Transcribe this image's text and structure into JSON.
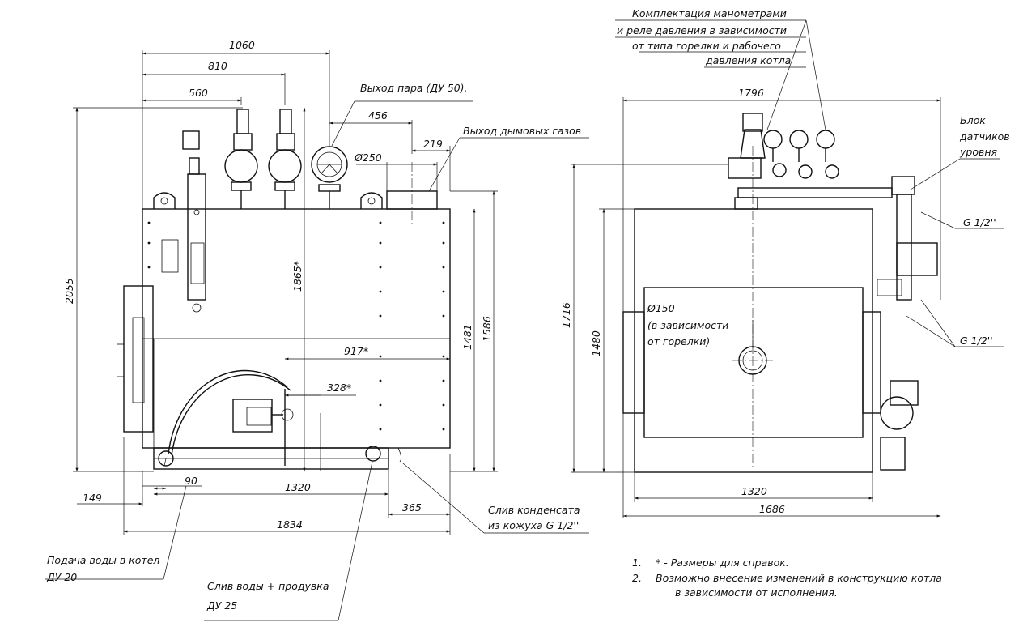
{
  "dimensions": {
    "d1060": "1060",
    "d810": "810",
    "d560": "560",
    "d456": "456",
    "d219": "219",
    "d250": "Ø250",
    "d2055": "2055",
    "d1865": "1865*",
    "d1481": "1481",
    "d1586": "1586",
    "d917": "917*",
    "d328": "328*",
    "d90": "90",
    "d149": "149",
    "d1320_left": "1320",
    "d365": "365",
    "d1834": "1834",
    "d1796": "1796",
    "d1716": "1716",
    "d1480": "1480",
    "d150": "Ø150",
    "d1320_right": "1320",
    "d1686": "1686"
  },
  "callouts": {
    "steam_outlet": "Выход пара (ДУ 50).",
    "flue_gas_outlet": "Выход дымовых газов",
    "manometers_line1": "Комплектация манометрами",
    "manometers_line2": "и реле давления в зависимости",
    "manometers_line3": "от типа горелки и рабочего",
    "manometers_line4": "давления котла",
    "level_block_line1": "Блок",
    "level_block_line2": "датчиков",
    "level_block_line3": "уровня",
    "g_top": "G 1/2''",
    "g_bottom": "G 1/2''",
    "burner_line1": "(в зависимости",
    "burner_line2": "от горелки)",
    "condensate_line1": "Слив конденсата",
    "condensate_line2": "из кожуха G 1/2''",
    "feed_water_line1": "Подача воды в котел",
    "feed_water_line2": "ДУ 20",
    "drain_line1": "Слив воды + продувка",
    "drain_line2": "ДУ 25"
  },
  "notes": [
    {
      "num": "1.",
      "text": "* - Размеры для справок."
    },
    {
      "num": "2.",
      "text": "Возможно внесение изменений в конструкцию котла"
    },
    {
      "num": "",
      "text": "в зависимости от исполнения."
    }
  ]
}
